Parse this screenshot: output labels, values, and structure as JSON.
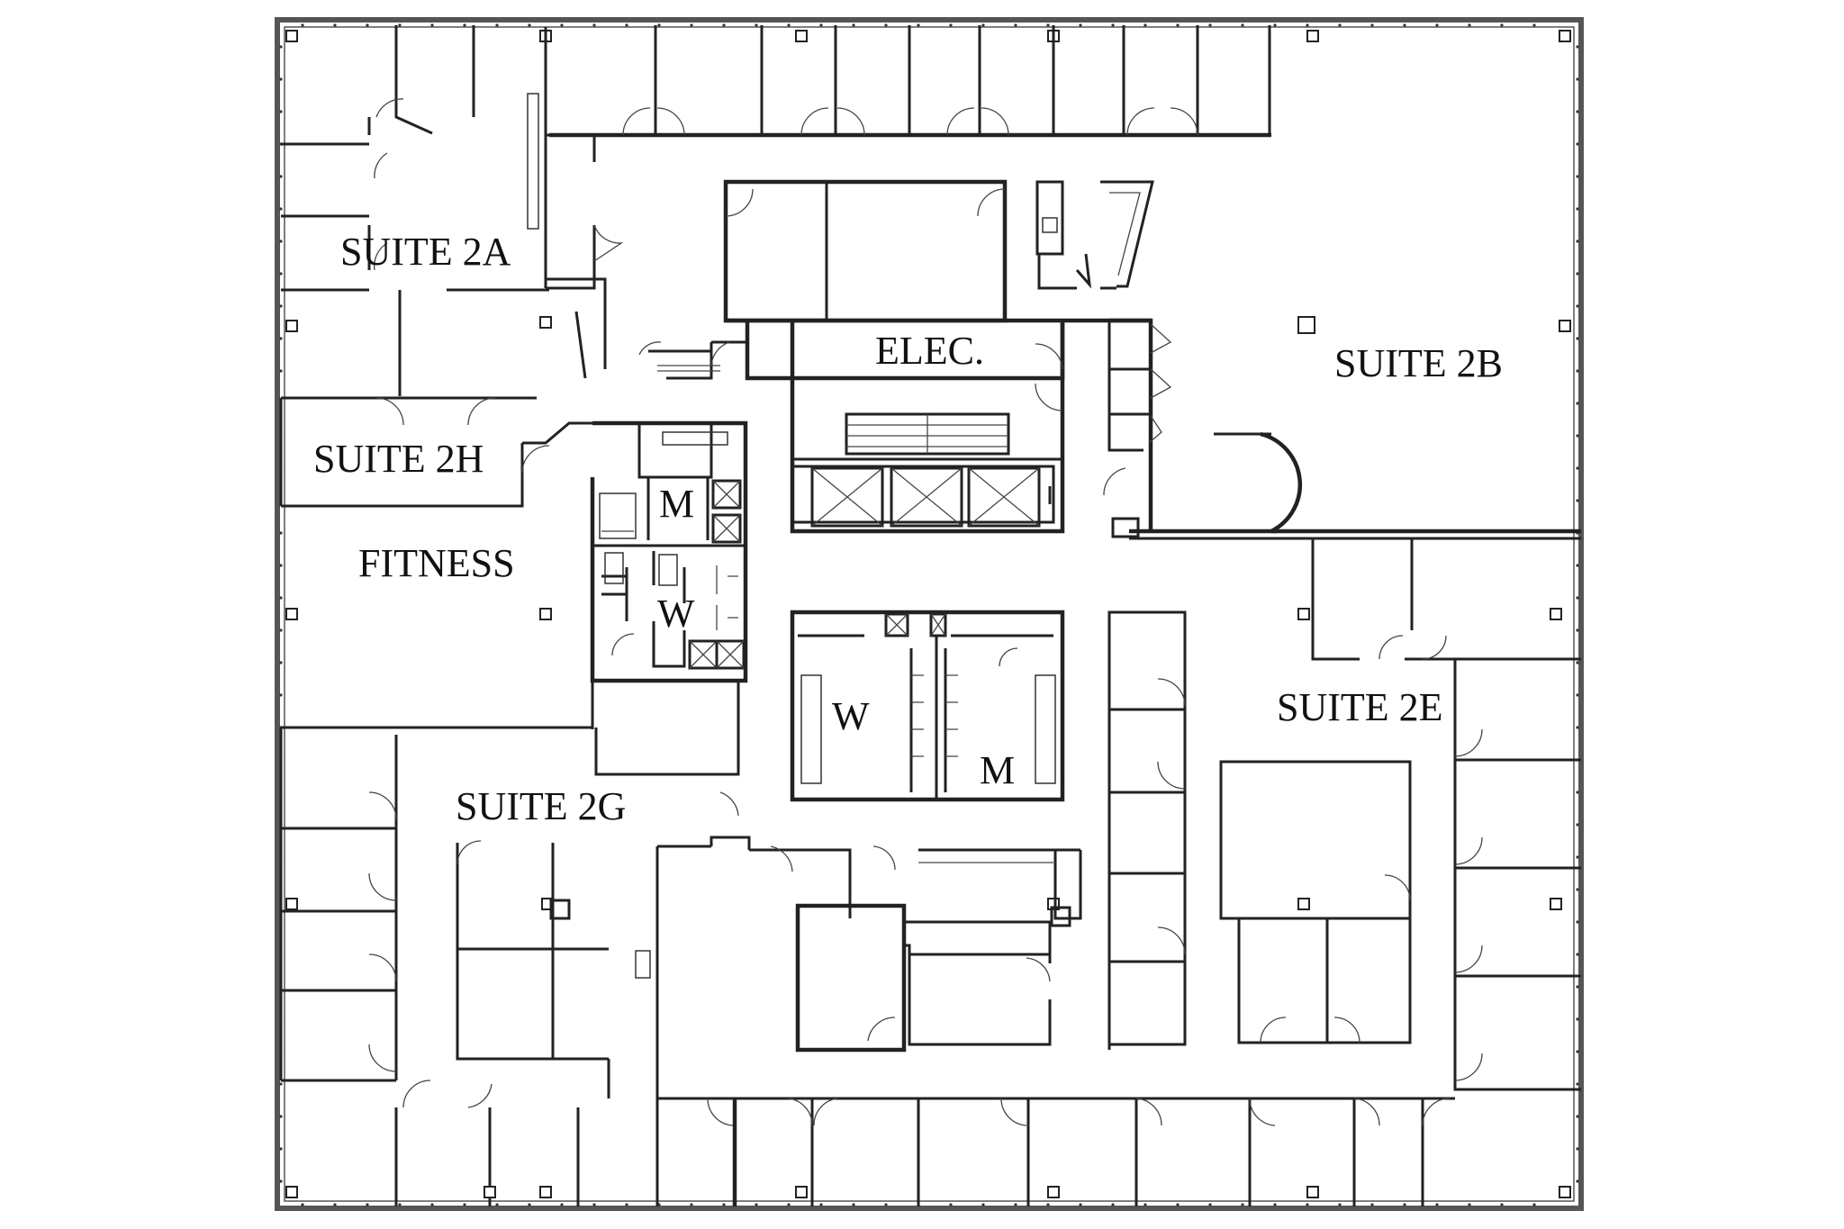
{
  "labels": {
    "suite_2a": "SUITE 2A",
    "suite_2b": "SUITE 2B",
    "suite_2h": "SUITE 2H",
    "fitness": "FITNESS",
    "suite_2e": "SUITE 2E",
    "suite_2g": "SUITE 2G",
    "elec": "ELEC.",
    "restroom_m_upper": "M",
    "restroom_w_upper": "W",
    "restroom_w_center": "W",
    "restroom_m_center": "M"
  }
}
